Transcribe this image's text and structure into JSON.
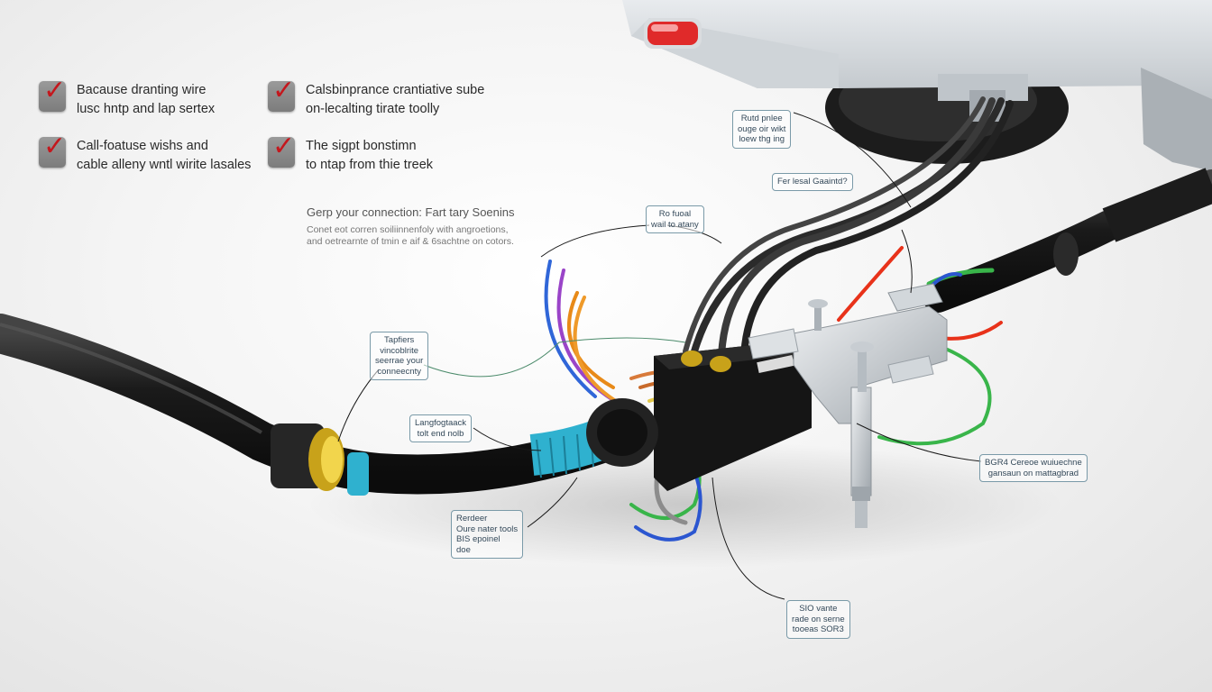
{
  "checklist": [
    {
      "line1": "Bacause dranting wire",
      "line2": "lusc hntp and lap sertex"
    },
    {
      "line1": "Call-foatuse wishs and",
      "line2": "cable alleny wntl wirite lasales"
    },
    {
      "line1": "Calsbinprance crantiative sube",
      "line2": "on-lecalting tirate toolly"
    },
    {
      "line1": "The sigpt bonstimn",
      "line2": "to ntap from thie treek"
    }
  ],
  "intro": {
    "heading": "Gerp your connection: Fart tary Soenins",
    "line1": "Conet eot corren soiliinnenfoly with angroetions,",
    "line2": "and oetrearnte of tmin e aif & 6sachtne on cotors."
  },
  "callouts": {
    "c1": [
      "Rutd pnlee",
      "ouge oir wikt",
      "loew thg ing"
    ],
    "c2": [
      "Fer lesal Gaaintd?"
    ],
    "c3": [
      "Ro fuoal",
      "wail to atany"
    ],
    "c4": [
      "Tapfiers",
      "vincoblrite",
      "seerrae your",
      "conneecnty"
    ],
    "c5": [
      "Langfogtaack",
      "tolt end nolb"
    ],
    "c6": [
      "Rerdeer",
      "Oure nater tools",
      "BIS epoinel",
      "doe"
    ],
    "c7": [
      "BGR4 Cereoe wuiuechne",
      "gansaun on mattagbrad"
    ],
    "c8": [
      "SIO vante",
      "rade on serne",
      "tooeas SOR3"
    ]
  },
  "colors": {
    "check_box": "#8a8a8a",
    "check_mark": "#c4171d",
    "cable": "#1c1c1c",
    "wrap": "#2fb1cf",
    "bracket": "#c9ced2",
    "tail_light": "#e02a2a"
  },
  "icons": [
    "check-mark-icon"
  ]
}
